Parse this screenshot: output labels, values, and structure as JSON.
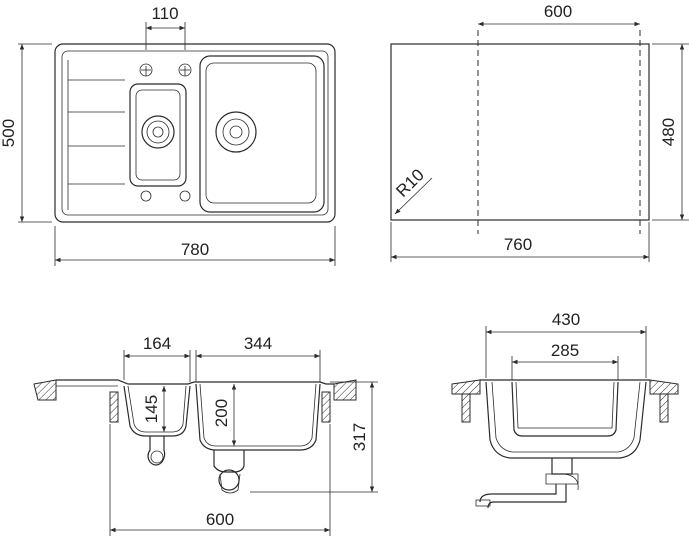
{
  "colors": {
    "line": "#2b2b2b",
    "background": "#ffffff"
  },
  "top_view": {
    "bowl_spacing": "110",
    "height": "500",
    "width": "780"
  },
  "cutout": {
    "width": "600",
    "height": "480",
    "radius": "R10",
    "outer_width": "760"
  },
  "section_bowls": {
    "small_bowl_width": "164",
    "large_bowl_width": "344",
    "small_bowl_depth": "145",
    "large_bowl_depth": "200",
    "total_depth": "317",
    "cabinet_width": "600"
  },
  "section_side": {
    "outer_depth": "430",
    "inner_depth": "285"
  }
}
